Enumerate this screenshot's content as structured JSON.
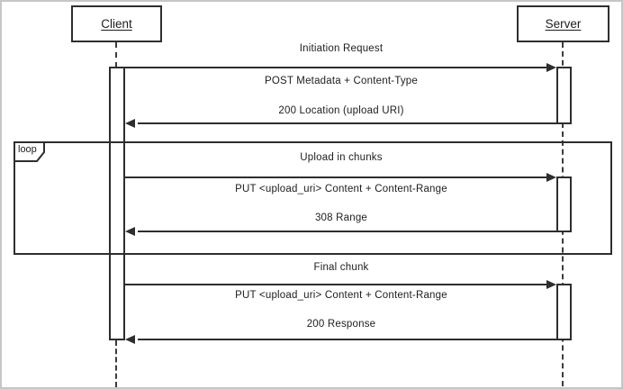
{
  "actors": [
    {
      "label": "Client"
    },
    {
      "label": "Server"
    }
  ],
  "fragment": {
    "label": "loop"
  },
  "messages": [
    {
      "label": "Initiation Request",
      "kind": "call",
      "from": "Client",
      "to": "Server"
    },
    {
      "label": "POST Metadata + Content-Type",
      "kind": "description"
    },
    {
      "label": "200 Location (upload URI)",
      "kind": "return",
      "from": "Server",
      "to": "Client"
    },
    {
      "label": "Upload in chunks",
      "kind": "call",
      "from": "Client",
      "to": "Server"
    },
    {
      "label": "PUT <upload_uri> Content + Content-Range",
      "kind": "description"
    },
    {
      "label": "308 Range",
      "kind": "return",
      "from": "Server",
      "to": "Client"
    },
    {
      "label": "Final chunk",
      "kind": "call",
      "from": "Client",
      "to": "Server"
    },
    {
      "label": "PUT <upload_uri> Content + Content-Range",
      "kind": "description"
    },
    {
      "label": "200 Response",
      "kind": "return",
      "from": "Server",
      "to": "Client"
    }
  ],
  "colors": {
    "line": "#2e2e2e",
    "text": "#1d1d1d",
    "background": "#ffffff",
    "outer_border": "#c6c6c6"
  }
}
